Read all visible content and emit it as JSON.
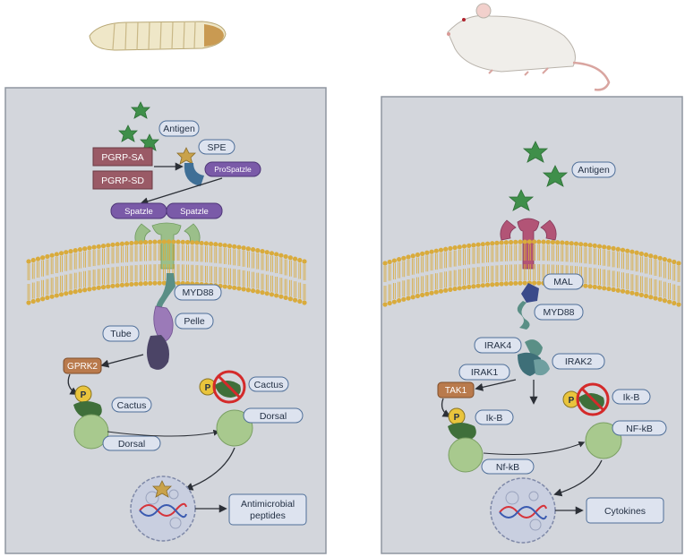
{
  "colors": {
    "panel_fill": "#d3d6dc",
    "panel_stroke": "#8f96a0",
    "label_fill": "#dde3ef",
    "label_stroke": "#4f6f99",
    "pgrp_fill": "#9a5a66",
    "spatzle_fill": "#7a5aa8",
    "gprk_fill": "#b97a4c",
    "antigen_star": "#3f8f4a",
    "membrane": "#d9ab3c",
    "phospho": "#e9c43c"
  },
  "insect": {
    "organism_icon": "larva-icon",
    "labels": {
      "antigen": "Antigen",
      "spe": "SPE",
      "pgrp_sa": "PGRP-SA",
      "pgrp_sd": "PGRP-SD",
      "prospatzle": "ProSpatzle",
      "spatzle_1": "Spatzle",
      "spatzle_2": "Spatzle",
      "myd88": "MYD88",
      "pelle": "Pelle",
      "tube": "Tube",
      "gprk2": "GPRK2",
      "phospho": "P",
      "cactus": "Cactus",
      "cactus_degraded": "Cactus",
      "dorsal": "Dorsal",
      "dorsal_free": "Dorsal",
      "output": "Antimicrobial\npeptides"
    }
  },
  "mammal": {
    "organism_icon": "mouse-icon",
    "labels": {
      "antigen": "Antigen",
      "mal": "MAL",
      "myd88": "MYD88",
      "irak4": "IRAK4",
      "irak2": "IRAK2",
      "irak1": "IRAK1",
      "tak1": "TAK1",
      "phospho": "P",
      "ikb": "Ik-B",
      "ikb_degraded": "Ik-B",
      "nfkb_free": "NF-kB",
      "nfkb": "Nf-kB",
      "output": "Cytokines"
    }
  }
}
